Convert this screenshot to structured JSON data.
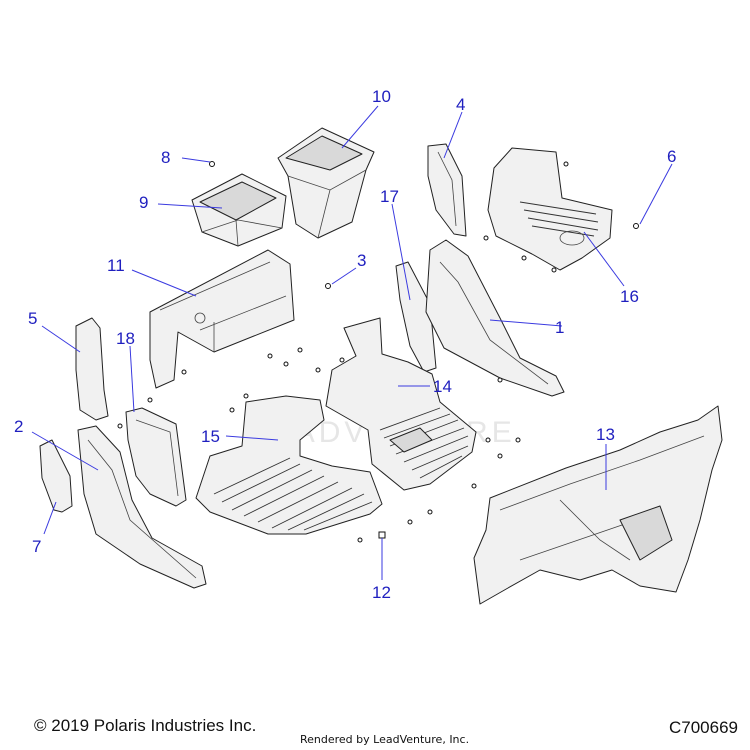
{
  "diagram": {
    "callouts": [
      "1",
      "2",
      "3",
      "4",
      "5",
      "6",
      "7",
      "8",
      "9",
      "10",
      "11",
      "12",
      "13",
      "14",
      "15",
      "16",
      "17",
      "18"
    ],
    "watermark": "LEADVENTURE"
  },
  "footer": {
    "copyright": "© 2019 Polaris Industries Inc.",
    "rendered_by": "Rendered by LeadVenture, Inc.",
    "code": "C700669"
  }
}
